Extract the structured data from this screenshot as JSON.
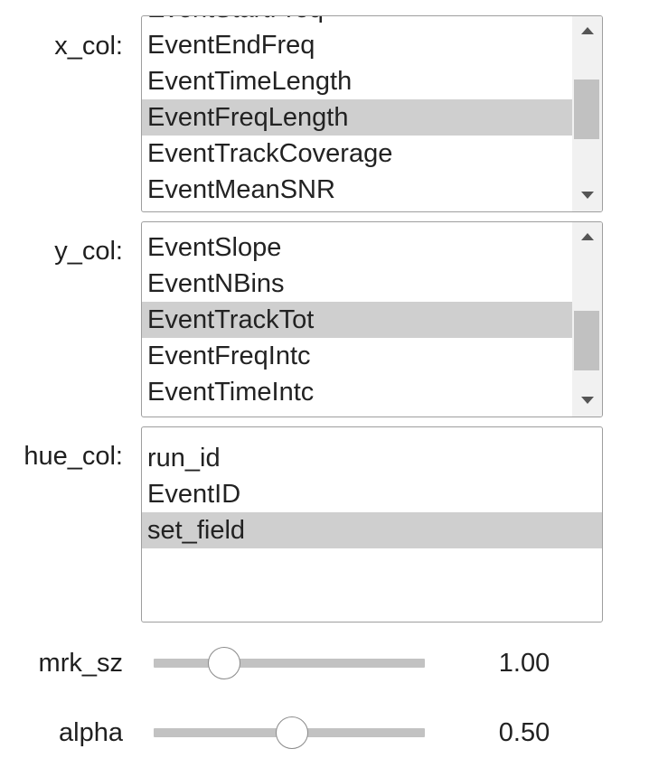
{
  "x_col": {
    "label": "x_col:",
    "options": [
      {
        "text": "EventStartFreq",
        "selected": false
      },
      {
        "text": "EventEndFreq",
        "selected": false
      },
      {
        "text": "EventTimeLength",
        "selected": false
      },
      {
        "text": "EventFreqLength",
        "selected": true
      },
      {
        "text": "EventTrackCoverage",
        "selected": false
      },
      {
        "text": "EventMeanSNR",
        "selected": false
      }
    ]
  },
  "y_col": {
    "label": "y_col:",
    "options": [
      {
        "text": "EventSlope",
        "selected": false
      },
      {
        "text": "EventNBins",
        "selected": false
      },
      {
        "text": "EventTrackTot",
        "selected": true
      },
      {
        "text": "EventFreqIntc",
        "selected": false
      },
      {
        "text": "EventTimeIntc",
        "selected": false
      }
    ]
  },
  "hue_col": {
    "label": "hue_col:",
    "options": [
      {
        "text": "run_id",
        "selected": false
      },
      {
        "text": "EventID",
        "selected": false
      },
      {
        "text": "set_field",
        "selected": true
      }
    ]
  },
  "mrk_sz": {
    "label": "mrk_sz",
    "value_text": "1.00",
    "fraction": 0.26
  },
  "alpha": {
    "label": "alpha",
    "value_text": "0.50",
    "fraction": 0.51
  }
}
